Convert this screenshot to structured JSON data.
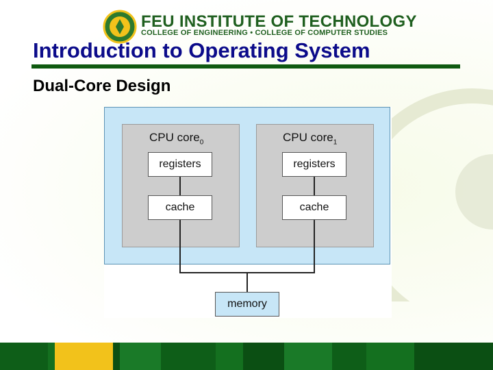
{
  "header": {
    "institution_name": "FEU INSTITUTE OF TECHNOLOGY",
    "institution_subtitle": "COLLEGE OF ENGINEERING • COLLEGE OF COMPUTER STUDIES",
    "logo_icon": "feu-seal-icon"
  },
  "slide": {
    "title": "Introduction to Operating System",
    "subtitle": "Dual-Core Design"
  },
  "diagram": {
    "core0": {
      "label": "CPU core",
      "index": "0",
      "registers": "registers",
      "cache": "cache"
    },
    "core1": {
      "label": "CPU core",
      "index": "1",
      "registers": "registers",
      "cache": "cache"
    },
    "memory": "memory"
  },
  "watermark": {
    "icon": "university-seal-watermark-icon"
  },
  "colors": {
    "title_blue": "#0b0b8a",
    "brand_green": "#1f5f1f",
    "rule_green": "#0f5a10",
    "chip_blue": "#c7e6f7",
    "core_gray": "#cdcdcd",
    "footer_gold": "#f2c21b"
  }
}
